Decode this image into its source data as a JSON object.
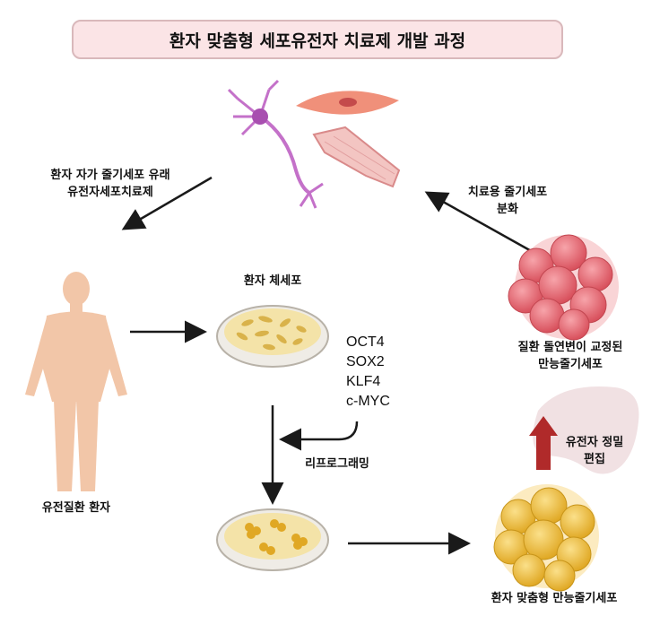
{
  "title": "환자 맞춤형 세포유전자 치료제 개발 과정",
  "labels": {
    "stemcell_derived_therapy": [
      "환자 자가 줄기세포 유래",
      "유전자세포치료제"
    ],
    "therapeutic_differentiation": [
      "치료용 줄기세포",
      "분화"
    ],
    "patient_somatic_cells": "환자 체세포",
    "corrected_ipsc": [
      "질환 돌연변이 교정된",
      "만능줄기세포"
    ],
    "gene_editing": [
      "유전자 정밀",
      "편집"
    ],
    "reprogramming": "리프로그래밍",
    "genetic_patient": "유전질환 환자",
    "patient_ipsc": "환자 맞춤형 만능줄기세포"
  },
  "factors": [
    "OCT4",
    "SOX2",
    "KLF4",
    "c-MYC"
  ],
  "colors": {
    "title_bg": "#fbe4e6",
    "body": "#f2c6a8",
    "dish_cells": "#d9b24a",
    "ipsc_yellow": "#f4c430",
    "corrected_cells": "#e46a72",
    "editing_arrow": "#b02a2a",
    "neuron": "#c471c9"
  }
}
